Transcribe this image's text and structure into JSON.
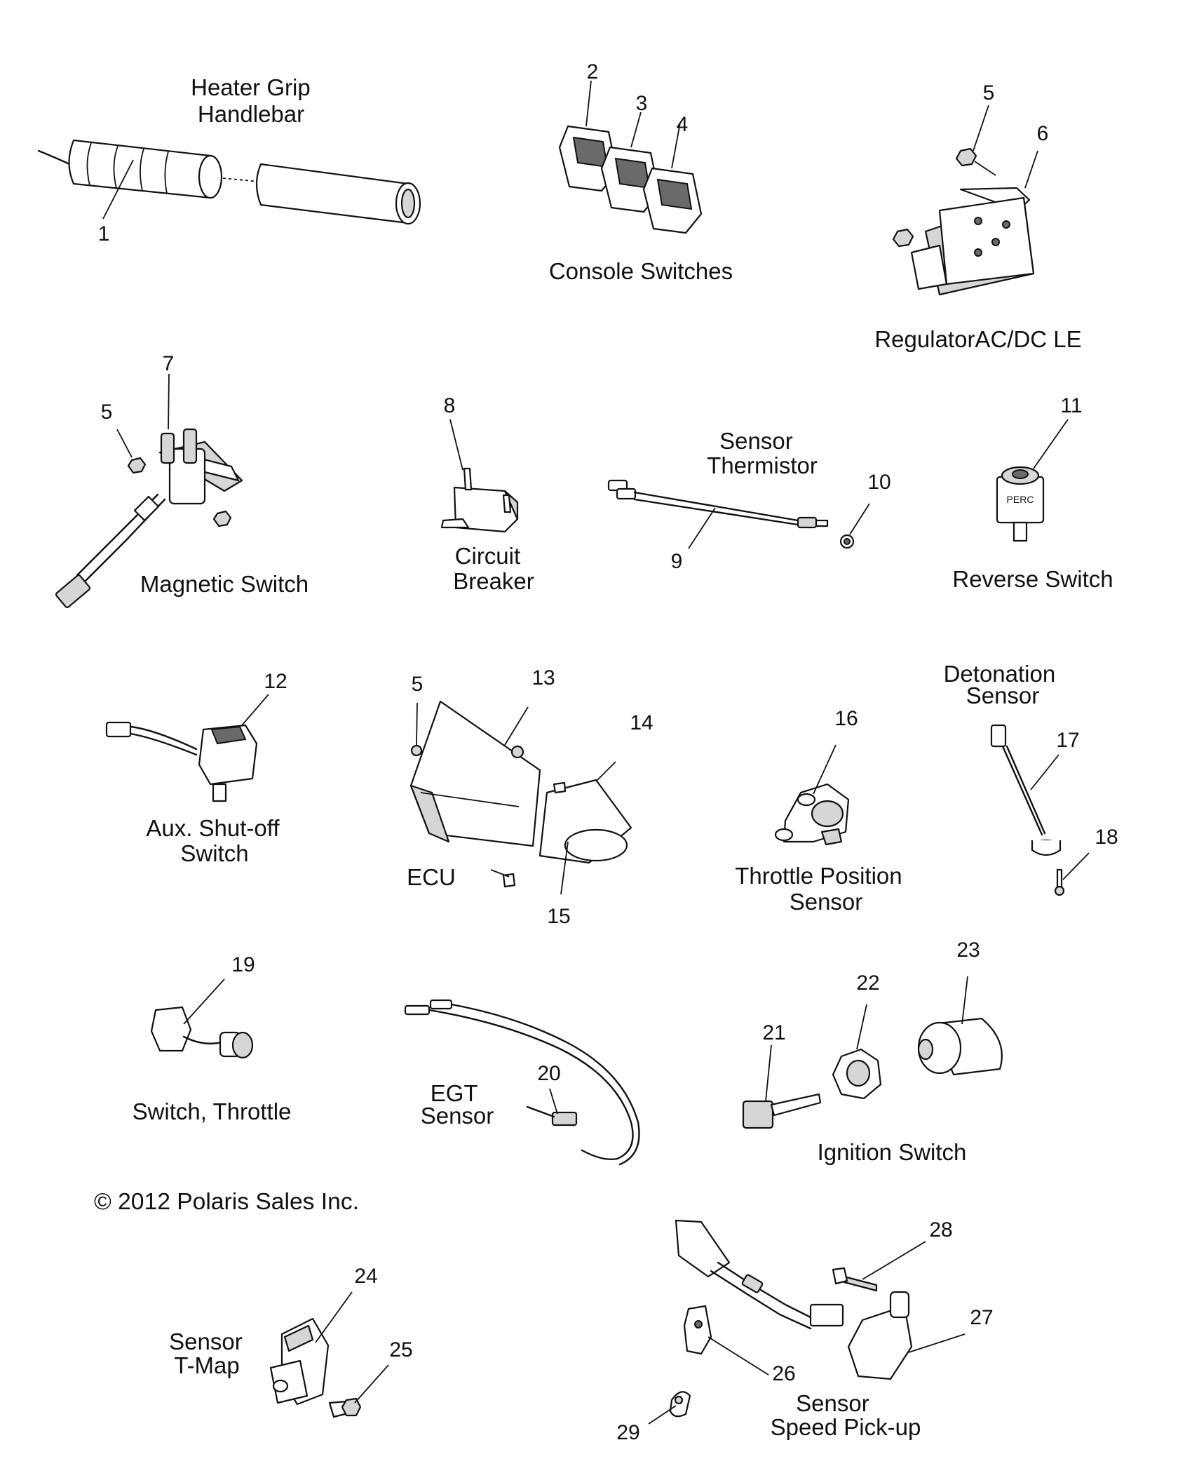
{
  "labels": {
    "heater_grip": [
      "Heater Grip",
      "Handlebar"
    ],
    "console_switches": [
      "Console Switches"
    ],
    "regulator": [
      "RegulatorAC/DC LE"
    ],
    "magnetic_switch": [
      "Magnetic Switch"
    ],
    "circuit_breaker": [
      "Circuit",
      "Breaker"
    ],
    "sensor_thermistor": [
      "Sensor",
      "Thermistor"
    ],
    "reverse_switch": [
      "Reverse Switch"
    ],
    "aux_shutoff": [
      "Aux. Shut-off",
      "Switch"
    ],
    "ecu": [
      "ECU"
    ],
    "throttle_position": [
      "Throttle Position",
      "Sensor"
    ],
    "detonation": [
      "Detonation",
      "Sensor"
    ],
    "switch_throttle": [
      "Switch, Throttle"
    ],
    "egt_sensor": [
      "EGT",
      "Sensor"
    ],
    "ignition_switch": [
      "Ignition Switch"
    ],
    "sensor_tmap": [
      "Sensor",
      "T-Map"
    ],
    "speed_pickup": [
      "Sensor",
      "Speed Pick-up"
    ]
  },
  "callouts": [
    "1",
    "2",
    "3",
    "4",
    "5",
    "6",
    "5",
    "7",
    "8",
    "9",
    "10",
    "11",
    "12",
    "5",
    "13",
    "14",
    "15",
    "16",
    "17",
    "18",
    "19",
    "20",
    "21",
    "22",
    "23",
    "24",
    "25",
    "26",
    "27",
    "28",
    "29"
  ],
  "copyright": "© 2012 Polaris Sales Inc.",
  "reverse_switch_text": "PERC"
}
